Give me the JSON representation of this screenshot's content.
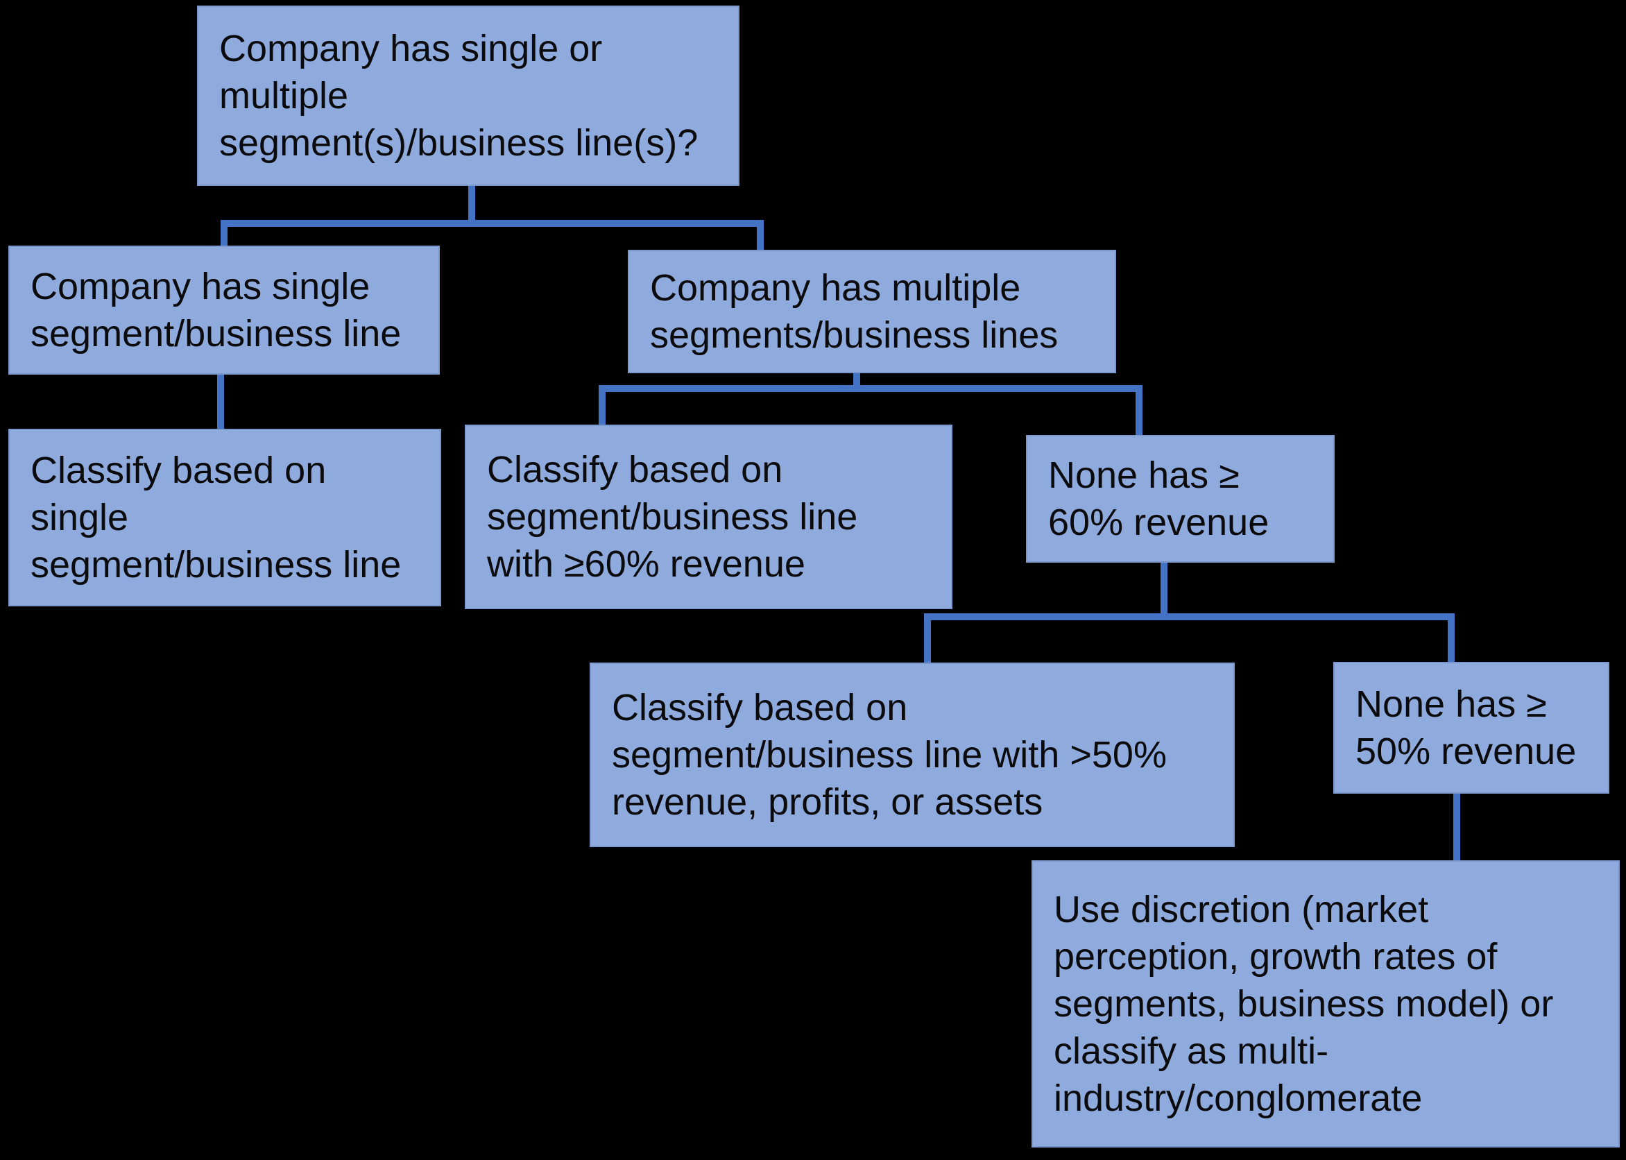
{
  "diagram": {
    "type": "decision-tree-flowchart",
    "colors": {
      "background": "#000000",
      "node_fill": "#8FAADC",
      "node_border": "#7C99CE",
      "connector": "#4472C4",
      "text": "#0b0b0d"
    },
    "nodes": {
      "root": {
        "label": "Company has single or\nmultiple\nsegment(s)/business line(s)?"
      },
      "single": {
        "label": "Company has single\nsegment/business line"
      },
      "classify_single": {
        "label": "Classify based on\nsingle\nsegment/business line"
      },
      "multiple": {
        "label": "Company has multiple\nsegments/business lines"
      },
      "classify_60": {
        "label": "Classify based on\nsegment/business line\nwith ≥60% revenue"
      },
      "none_60": {
        "label": "None has ≥\n60% revenue"
      },
      "classify_50": {
        "label": "Classify based on\nsegment/business line with >50%\nrevenue, profits, or assets"
      },
      "none_50": {
        "label": "None has ≥\n50% revenue"
      },
      "discretion": {
        "label": "Use discretion (market\nperception, growth rates of\nsegments, business model) or\nclassify as multi-\nindustry/conglomerate"
      }
    },
    "edges": [
      {
        "from": "root",
        "to": "single"
      },
      {
        "from": "root",
        "to": "multiple"
      },
      {
        "from": "single",
        "to": "classify_single"
      },
      {
        "from": "multiple",
        "to": "classify_60"
      },
      {
        "from": "multiple",
        "to": "none_60"
      },
      {
        "from": "none_60",
        "to": "classify_50"
      },
      {
        "from": "none_60",
        "to": "none_50"
      },
      {
        "from": "none_50",
        "to": "discretion"
      }
    ]
  }
}
